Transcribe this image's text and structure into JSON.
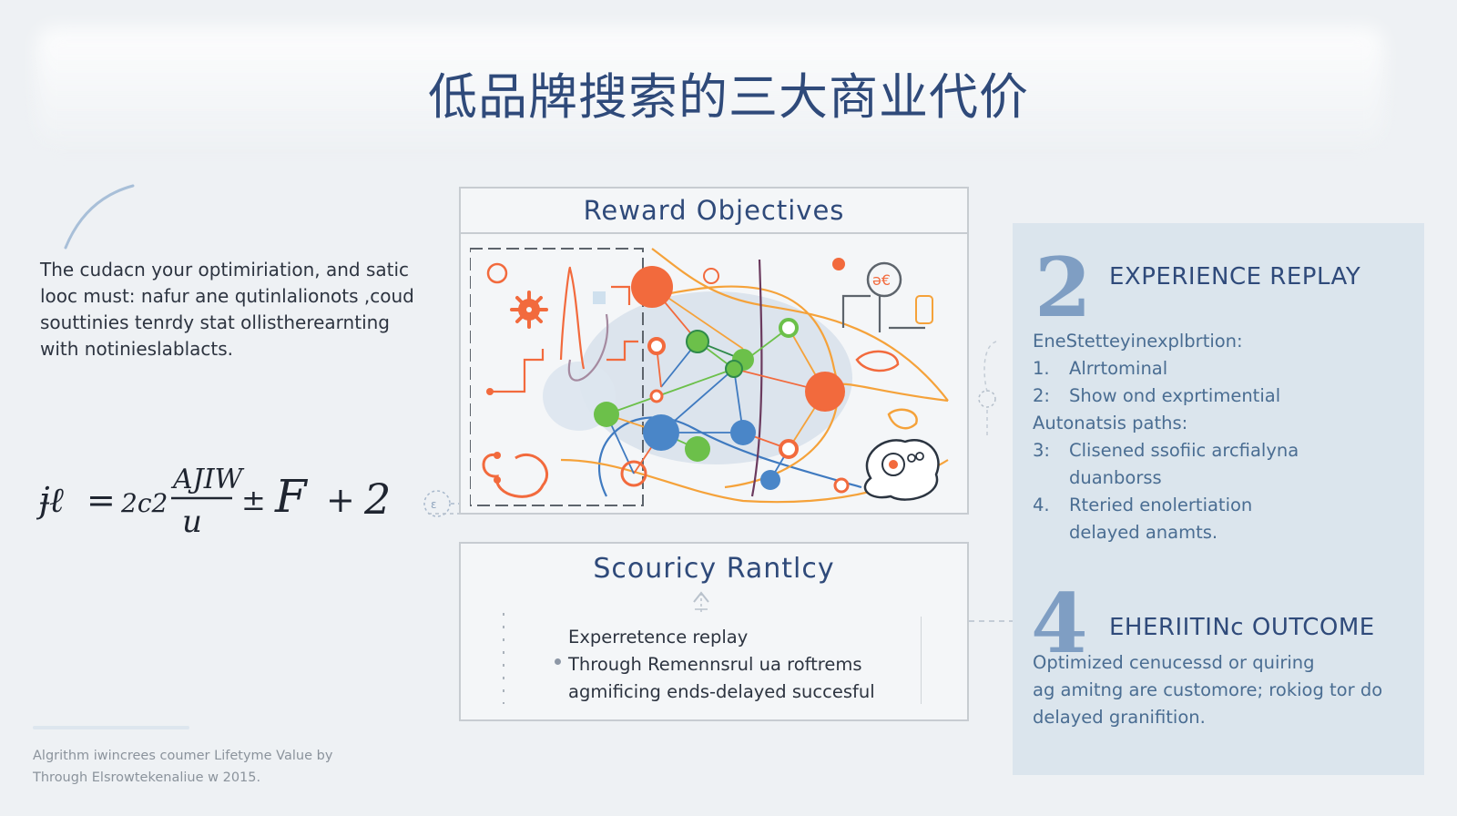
{
  "title": "低品牌搜索的三大商业代价",
  "intro_text": "The cudacn your optimiriation, and satic looc must: nafur ane qutinlalionots ,coud souttinies tenrdy stat ollistherearnting with notinieslablacts.",
  "formula": {
    "lhs": "ɉℓ",
    "eq": "=",
    "coef": "2c2",
    "numerator": "AJIW",
    "denominator": "u",
    "op1": "±",
    "term": "F",
    "op2": "+",
    "constant": "2"
  },
  "footnote": {
    "line1": "Algrithm iwincrees coumer Lifetyme Value by",
    "line2": "Through Elsrowtekenaliue w 2015."
  },
  "reward_box": {
    "title": "Reward Objectives"
  },
  "security_box": {
    "title": "Scouricy Rantlcy",
    "lines": [
      "Experretence replay",
      "Through Remennsrul ua roftrems",
      "agmificing ends-delayed succesful"
    ]
  },
  "experience_section": {
    "number": "2",
    "heading": "EXPERIENCE REPLAY",
    "intro": "EneStetteyinexplbrtion:",
    "items": [
      {
        "num": "1.",
        "text": "Alrrtominal"
      },
      {
        "num": "2:",
        "text": "Show ond exprtimential"
      }
    ],
    "subheading": "Autonatsis paths:",
    "items2": [
      {
        "num": "3:",
        "text": "Clisened ssofiic arcfialyna",
        "text2": "duanborss"
      },
      {
        "num": "4.",
        "text": "Rteried enolertiation",
        "text2": "delayed anamts."
      }
    ]
  },
  "outcome_section": {
    "number": "4",
    "heading": "EHERIITINc OUTCOME",
    "lines": [
      "Optimized cenucessd or quiring",
      "ag amitng are customore; rokiog tor do",
      "delayed granifition."
    ]
  },
  "colors": {
    "title": "#2f4a7a",
    "accent_orange": "#f26a3d",
    "accent_green": "#6cc04a",
    "accent_blue": "#4a86c8",
    "panel_bg": "#dbe5ed",
    "panel_text": "#4a6d92"
  }
}
